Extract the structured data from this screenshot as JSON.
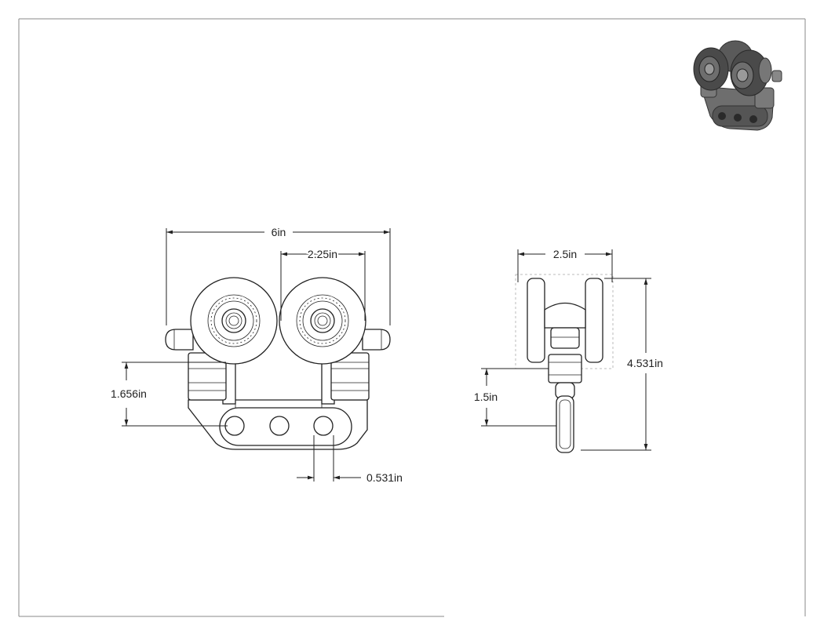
{
  "dimensions": {
    "width_total": "6in",
    "wheel_spacing": "2.25in",
    "bracket_height": "1.656in",
    "hole_diameter": "0.531in",
    "side_width": "2.5in",
    "overall_height": "4.531in",
    "stem_height": "1.5in"
  },
  "colors": {
    "line": "#222222",
    "frame": "#888888",
    "iso_dark": "#4a4a4a",
    "iso_mid": "#6e6e6e",
    "iso_light": "#9a9a9a"
  },
  "icons": {
    "iso_view": "roller-trolley-iso-icon"
  }
}
